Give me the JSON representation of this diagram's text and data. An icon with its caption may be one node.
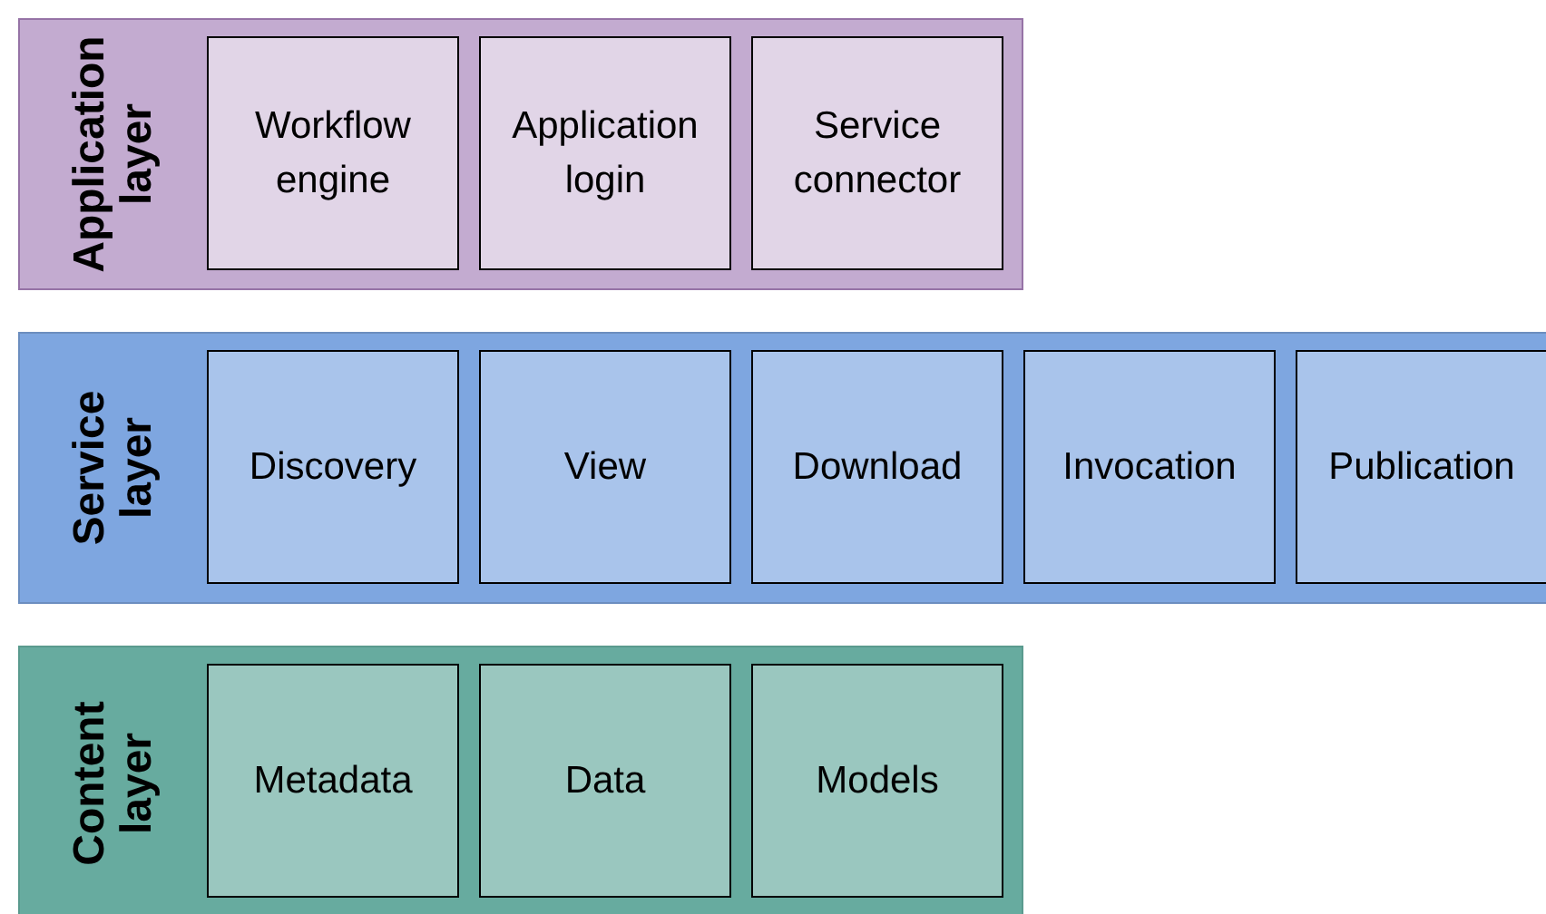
{
  "diagram": {
    "nodes": [
      {
        "text": [
          "Application layer"
        ]
      },
      {
        "text": [
          "Workflow engine"
        ],
        "in": 0
      },
      {
        "text": [
          "Application login"
        ],
        "in": 0
      },
      {
        "text": [
          "Service connector"
        ],
        "in": 0
      },
      {
        "text": [
          "Service layer"
        ]
      },
      {
        "text": [
          "Discovery"
        ],
        "in": 4
      },
      {
        "text": [
          "View"
        ],
        "in": 4
      },
      {
        "text": [
          "Download"
        ],
        "in": 4
      },
      {
        "text": [
          "Invocation"
        ],
        "in": 4
      },
      {
        "text": [
          "Publication"
        ],
        "in": 4
      },
      {
        "text": [
          "Content layer"
        ]
      },
      {
        "text": [
          "Metadata"
        ],
        "in": 10
      },
      {
        "text": [
          "Data"
        ],
        "in": 10
      },
      {
        "text": [
          "Models"
        ],
        "in": 10
      }
    ]
  }
}
